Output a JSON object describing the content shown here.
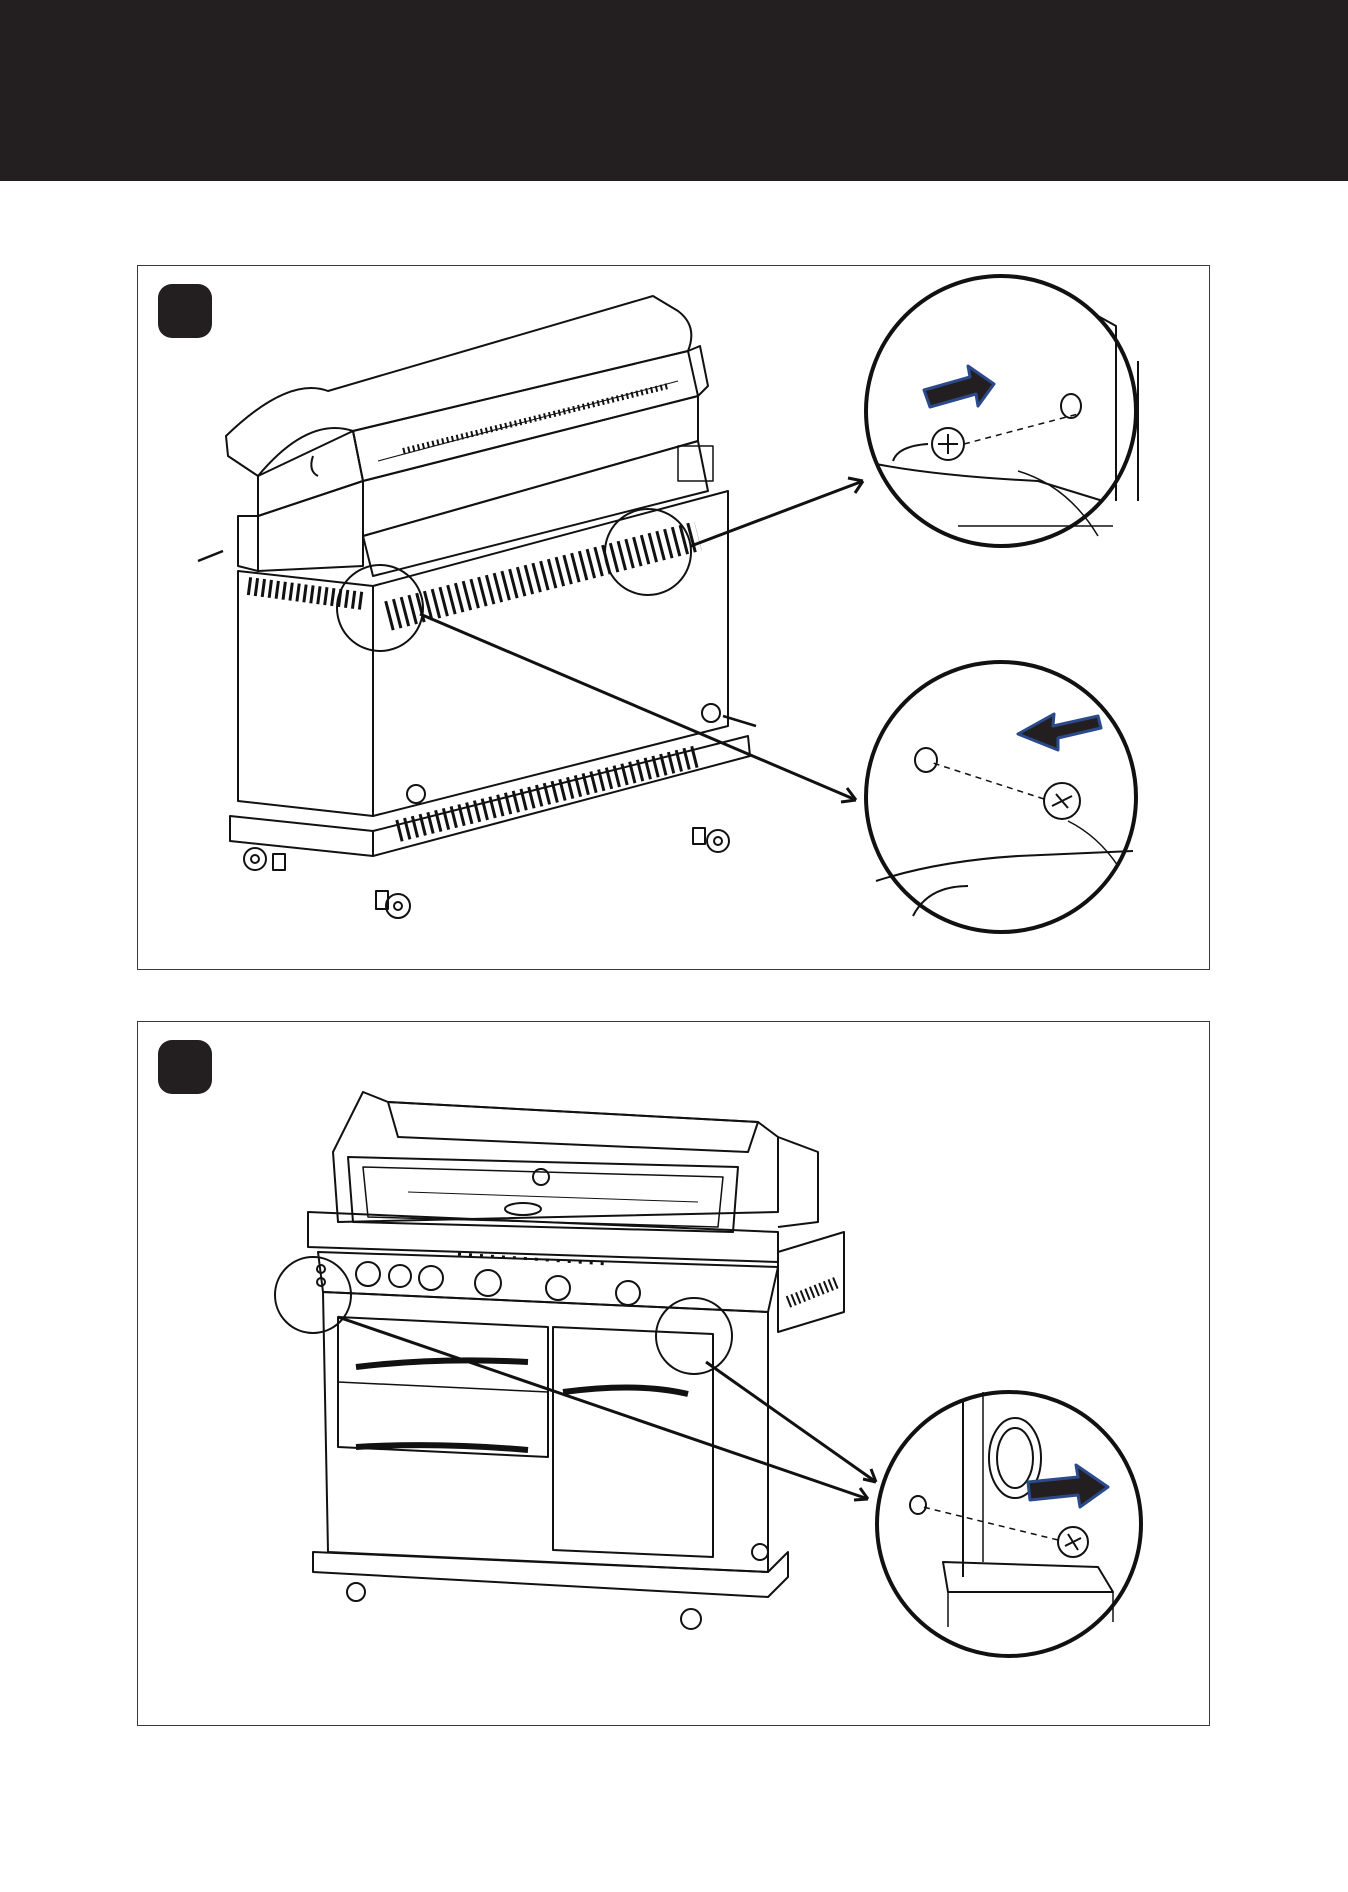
{
  "header": {
    "color": "#231f20"
  },
  "steps": [
    {
      "id": 1,
      "badge_color": "#231f20",
      "details": [
        "screw-detail-right-bracket",
        "screw-detail-left-bracket"
      ]
    },
    {
      "id": 2,
      "badge_color": "#231f20",
      "details": [
        "screw-detail-side-panel"
      ]
    }
  ],
  "colors": {
    "arrow_fill": "#231f20",
    "arrow_outline": "#2b4a8c",
    "line": "#111111"
  }
}
